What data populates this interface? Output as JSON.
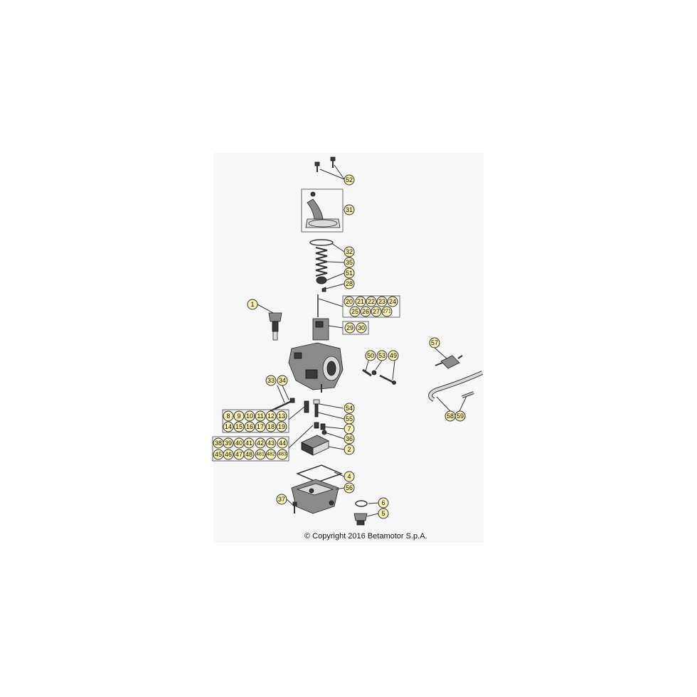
{
  "copyright": "© Copyright 2016 Betamotor S.p.A.",
  "palette": {
    "callout_fill": "#f7f0b4",
    "line": "#333333",
    "part_shade": "#8a8a8a",
    "part_dark": "#3a3a3a"
  },
  "callouts": {
    "c52": "52",
    "c31": "31",
    "c32": "32",
    "c35": "35",
    "c51": "51",
    "c28": "28",
    "c20": "20",
    "c21": "21",
    "c22": "22",
    "c23": "23",
    "c24": "24",
    "c25": "25",
    "c26": "26",
    "c27": "27",
    "c271": "271",
    "c29": "29",
    "c30": "30",
    "c1": "1",
    "c50": "50",
    "c53": "53",
    "c49": "49",
    "c57": "57",
    "c58": "58",
    "c59": "59",
    "c33": "33",
    "c34": "34",
    "c8": "8",
    "c9": "9",
    "c10": "10",
    "c11": "11",
    "c12": "12",
    "c13": "13",
    "c14": "14",
    "c15": "15",
    "c16": "16",
    "c17": "17",
    "c18": "18",
    "c19": "19",
    "c38": "38",
    "c39": "39",
    "c40": "40",
    "c41": "41",
    "c42": "42",
    "c43": "43",
    "c44": "44",
    "c45": "45",
    "c46": "46",
    "c47": "47",
    "c48": "48",
    "c481": "481",
    "c482": "482",
    "c483": "483",
    "c54": "54",
    "c55": "55",
    "c7": "7",
    "c36": "36",
    "c2": "2",
    "c4": "4",
    "c56": "56",
    "c37": "37",
    "c6": "6",
    "c5": "5"
  }
}
